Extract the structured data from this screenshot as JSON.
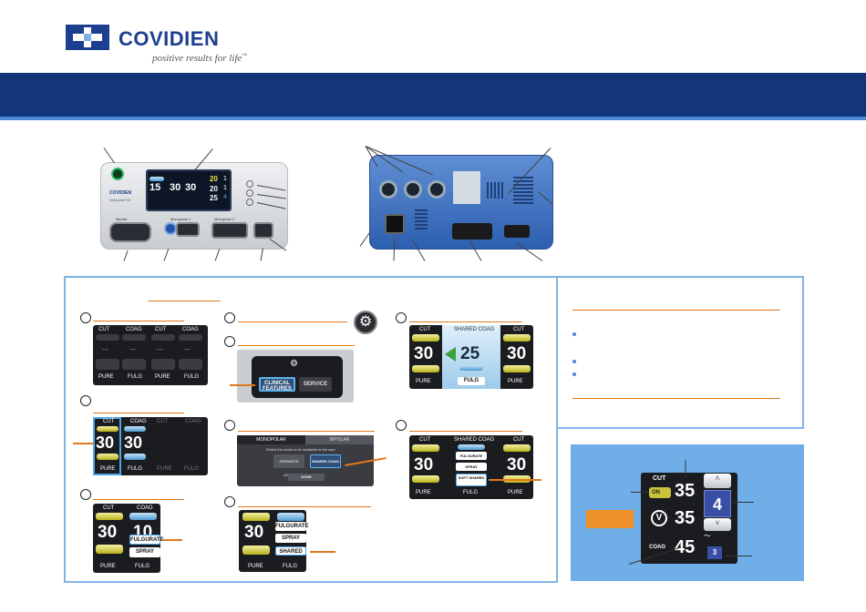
{
  "header": {
    "brand": "COVIDIEN",
    "tagline": "positive results for life",
    "trademark": "™"
  },
  "device": {
    "brand_label": "COVIDIEN",
    "model_label": "ValleylabFX8",
    "screen": {
      "cut_values": [
        "15",
        "30"
      ],
      "coag_values": [
        "30"
      ],
      "right_values": [
        "20",
        "20",
        "25"
      ],
      "right_small": [
        "1",
        "1",
        "4"
      ]
    },
    "port_labels": [
      "Monopolar 1",
      "Monopolar 2"
    ],
    "bipolar_label": "Bipolar"
  },
  "panels": {
    "p1": {
      "headers": [
        "CUT",
        "COAG",
        "CUT",
        "COAG"
      ],
      "dashes": [
        "---",
        "---",
        "---",
        "---"
      ],
      "modes": [
        "PURE",
        "FULG",
        "PURE",
        "FULG"
      ]
    },
    "p2": {
      "headers": [
        "CUT",
        "COAG",
        "CUT",
        "COAG"
      ],
      "values": [
        "30",
        "30"
      ],
      "modes": [
        "PURE",
        "FULG",
        "PURE",
        "FULG"
      ]
    },
    "p3": {
      "headers": [
        "CUT",
        "COAG"
      ],
      "values": [
        "30",
        "10"
      ],
      "modes": [
        "PURE",
        "FULG"
      ],
      "menu": [
        "FULGURATE",
        "SPRAY"
      ]
    },
    "p4": {
      "options": [
        "CLINICAL FEATURES",
        "SERVICE"
      ]
    },
    "p5": {
      "tabs": [
        "MONOPOLAR",
        "BIPOLAR"
      ],
      "prompt": "Select the mode to be available to the user",
      "choices": [
        "SEPARATE COAG",
        "SHARED COAG"
      ],
      "done": "DONE"
    },
    "p6": {
      "value": "30",
      "menu": [
        "FULGURATE",
        "SPRAY",
        "SHARED"
      ],
      "modes": [
        "PURE",
        "FULG"
      ]
    },
    "p7": {
      "headers": [
        "CUT",
        "SHARED COAG",
        "CUT"
      ],
      "values": [
        "30",
        "25",
        "30"
      ],
      "modes": [
        "PURE",
        "FULG",
        "PURE"
      ]
    },
    "p8": {
      "headers": [
        "CUT",
        "SHARED COAG",
        "CUT"
      ],
      "values": [
        "30",
        "30"
      ],
      "menu": [
        "FULGURATE",
        "SPRAY",
        "SOFT SHARED"
      ],
      "modes": [
        "PURE",
        "FULG",
        "PURE"
      ]
    }
  },
  "card": {
    "cut_label": "CUT",
    "on_label": "ON",
    "cut_value": "35",
    "v_value": "35",
    "coag_label": "COAG",
    "coag_value": "45",
    "level": "4",
    "small_level": "3"
  },
  "colors": {
    "brand_blue": "#1d3f8f",
    "accent_orange": "#e3781a",
    "frame_blue": "#7fb4e3"
  }
}
